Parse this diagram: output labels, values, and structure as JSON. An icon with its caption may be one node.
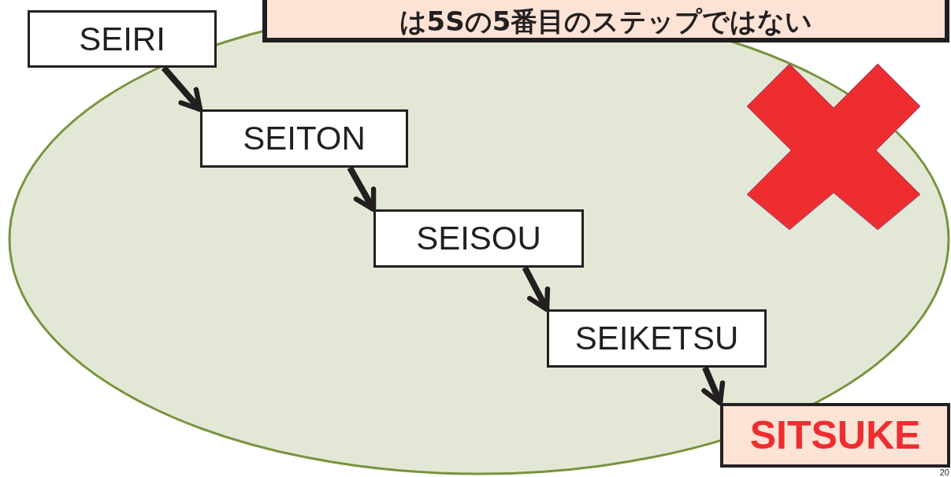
{
  "diagram": {
    "nodes": [
      {
        "text": [
          "は5Sの5番目のステップではない"
        ]
      },
      {
        "text": [
          "SEIRI"
        ]
      },
      {
        "text": [
          "SEITON"
        ]
      },
      {
        "text": [
          "SEISOU"
        ]
      },
      {
        "text": [
          "SEIKETSU"
        ]
      },
      {
        "text": [
          "SITSUKE"
        ]
      },
      {
        "text": [],
        "shape": "cross"
      }
    ],
    "edges": [
      {
        "from": 1,
        "to": 2,
        "arrow": "to"
      },
      {
        "from": 2,
        "to": 3,
        "arrow": "to"
      },
      {
        "from": 3,
        "to": 4,
        "arrow": "to"
      },
      {
        "from": 4,
        "to": 5,
        "arrow": "to"
      }
    ],
    "labels": [
      "20"
    ]
  }
}
